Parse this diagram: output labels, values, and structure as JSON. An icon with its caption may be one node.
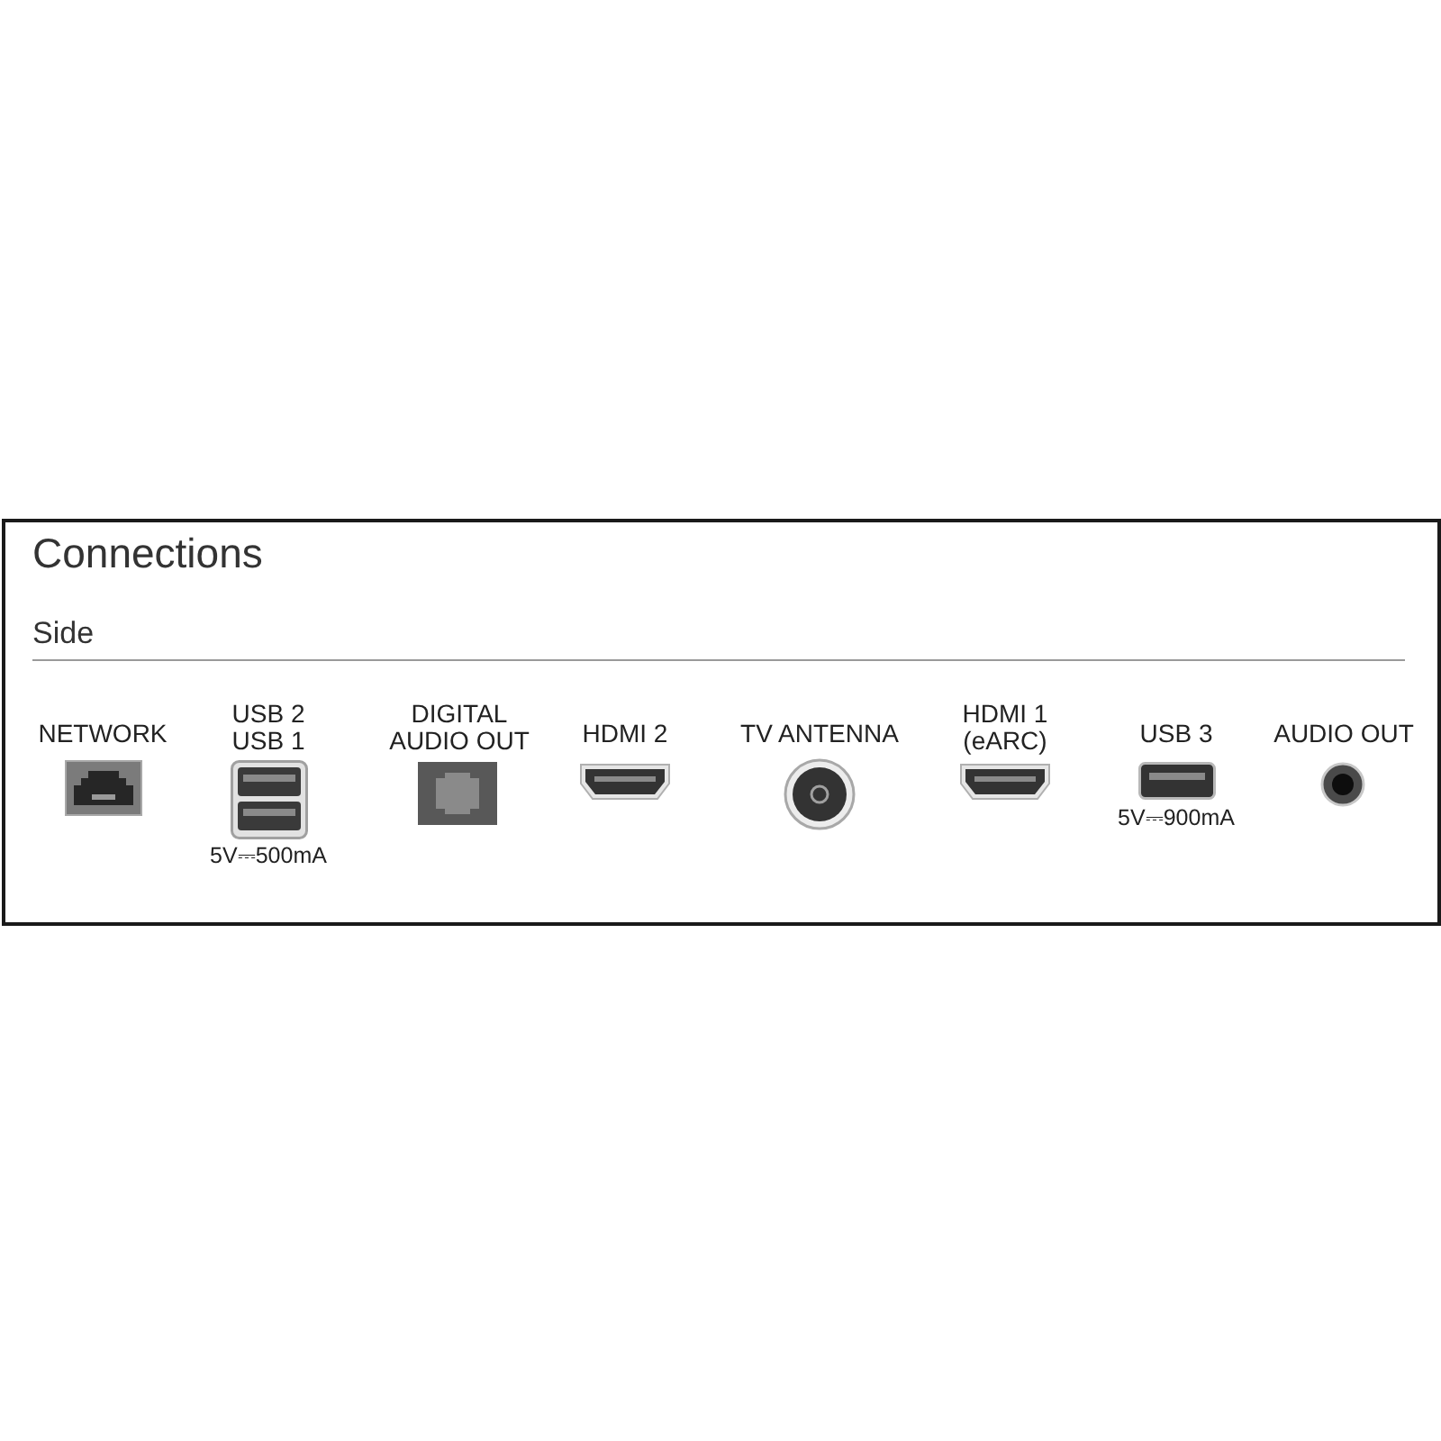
{
  "diagram": {
    "nodes": [
      {
        "text": [
          "Connections"
        ]
      }
    ],
    "labels": [
      "Side",
      "NETWORK",
      "USB 2",
      "USB 1",
      "5V⎓500mA",
      "DIGITAL AUDIO OUT",
      "HDMI 2",
      "TV ANTENNA",
      "HDMI 1 (eARC)",
      "USB 3",
      "5V⎓900mA",
      "AUDIO OUT"
    ]
  }
}
